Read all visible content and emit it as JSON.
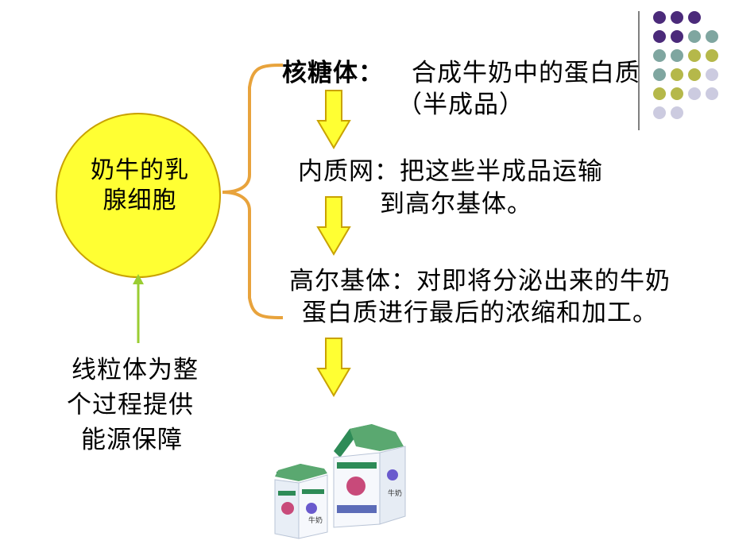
{
  "center": {
    "line1": "奶牛的乳",
    "line2": "腺细胞"
  },
  "steps": {
    "ribosome_title": "核糖体：",
    "ribosome_desc_1": "合成牛奶中的蛋白质",
    "ribosome_desc_2": "（半成品）",
    "er_line1": "内质网：把这些半成品运输",
    "er_line2": "到高尔基体。",
    "golgi_line1": "高尔基体：对即将分泌出来的牛奶",
    "golgi_line2": "蛋白质进行最后的浓缩和加工。"
  },
  "mito": {
    "line1": "线粒体为整",
    "line2": "个过程提供",
    "line3": "能源保障"
  },
  "carton": {
    "small_label": "牛奶",
    "large_label": "牛奶"
  },
  "colors": {
    "circle_fill": "#ffff33",
    "arrow_fill": "#ffff33",
    "arrow_stroke": "#c9a200",
    "brace": "#e8a33c",
    "up_arrow": "#9acd32",
    "dot_purple": "#4b2a7a",
    "dot_teal": "#7fa6a0",
    "dot_olive": "#b5b84a",
    "dot_lavender": "#cccbe0"
  }
}
